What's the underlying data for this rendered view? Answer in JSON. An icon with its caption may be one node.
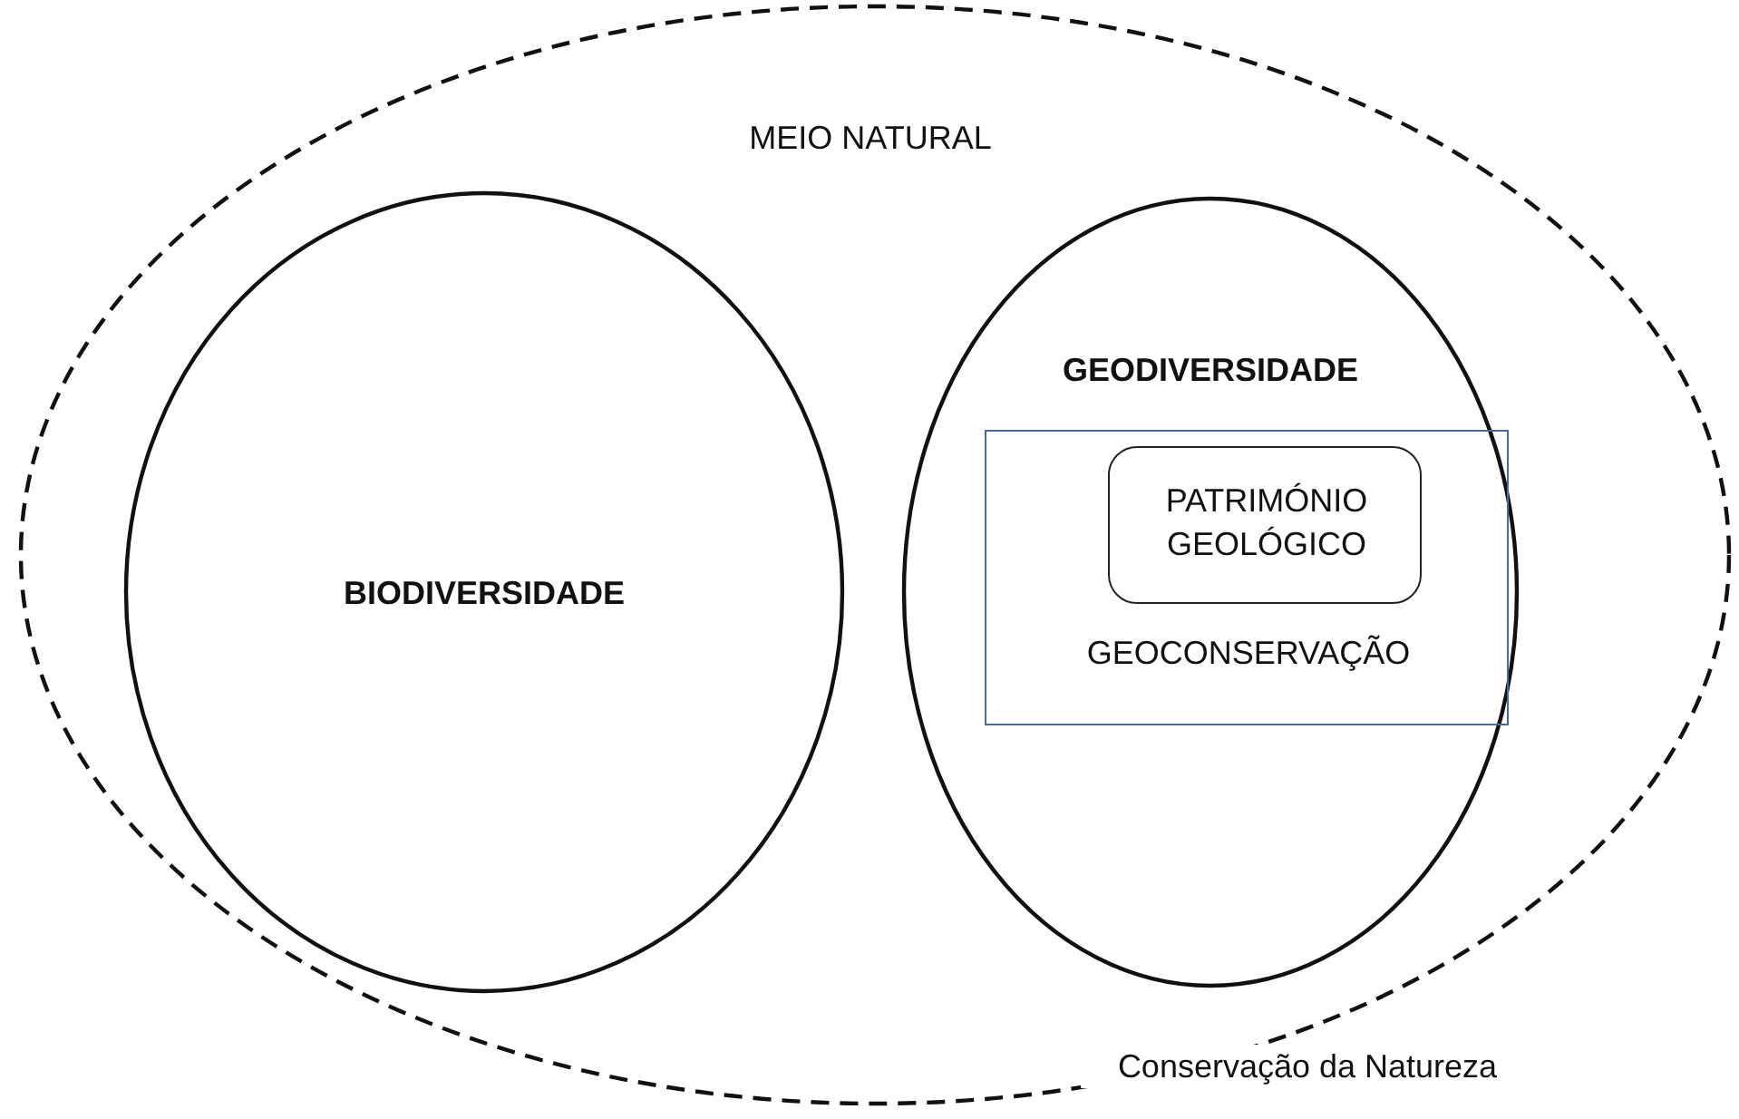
{
  "diagram": {
    "nodes": [
      {
        "text": [
          "MEIO NATURAL",
          "Conservação da Natureza"
        ]
      },
      {
        "text": [
          "BIODIVERSIDADE"
        ],
        "in": 0
      },
      {
        "text": [
          "GEODIVERSIDADE"
        ],
        "in": 0
      },
      {
        "text": [
          "GEOCONSERVAÇÃO"
        ],
        "in": 2
      },
      {
        "text": [
          "PATRIMÓNIO GEOLÓGICO"
        ],
        "in": 3
      }
    ]
  }
}
